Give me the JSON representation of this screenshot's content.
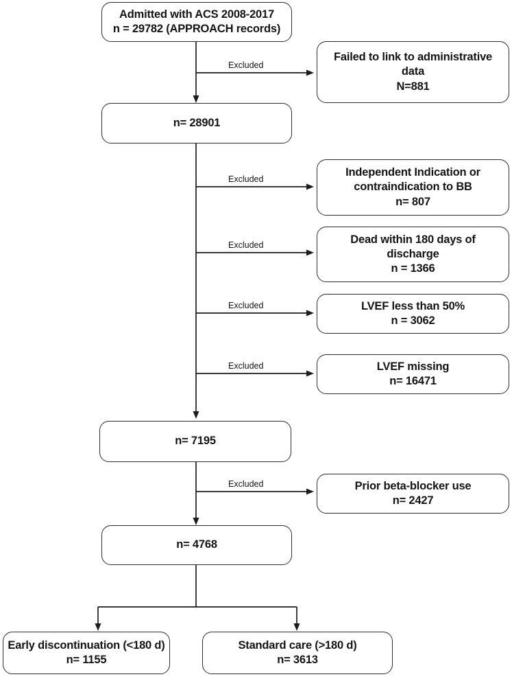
{
  "diagram": {
    "type": "flowchart",
    "title_box": {
      "name": "admitted-cohort",
      "lines": [
        "Admitted with ACS 2008-2017",
        "n = 29782 (APPROACH records)"
      ]
    },
    "main_nodes": [
      {
        "name": "node-28901",
        "lines": [
          "n= 28901"
        ]
      },
      {
        "name": "node-7195",
        "lines": [
          "n= 7195"
        ]
      },
      {
        "name": "node-4768",
        "lines": [
          "n= 4768"
        ]
      }
    ],
    "exclusion_nodes": [
      {
        "name": "excl-failed-link",
        "lines": [
          "Failed to link to administrative",
          "data",
          "N=881"
        ]
      },
      {
        "name": "excl-indication-bb",
        "lines": [
          "Independent Indication or",
          "contraindication to BB",
          "n= 807"
        ]
      },
      {
        "name": "excl-dead-180",
        "lines": [
          "Dead within 180 days of",
          "discharge",
          "n = 1366"
        ]
      },
      {
        "name": "excl-lvef-low",
        "lines": [
          "LVEF less than 50%",
          "n = 3062"
        ]
      },
      {
        "name": "excl-lvef-missing",
        "lines": [
          "LVEF missing",
          "n= 16471"
        ]
      },
      {
        "name": "excl-prior-bb",
        "lines": [
          "Prior beta-blocker use",
          "n= 2427"
        ]
      }
    ],
    "terminal_nodes": [
      {
        "name": "term-early-discontinuation",
        "lines": [
          "Early discontinuation (<180 d)",
          "n= 1155"
        ]
      },
      {
        "name": "term-standard-care",
        "lines": [
          "Standard care (>180 d)",
          "n= 3613"
        ]
      }
    ],
    "edge_labels": [
      "Excluded",
      "Excluded",
      "Excluded",
      "Excluded",
      "Excluded",
      "Excluded"
    ],
    "colors": {
      "stroke": "#1c1c1c",
      "text": "#141414",
      "background": "#ffffff"
    }
  }
}
